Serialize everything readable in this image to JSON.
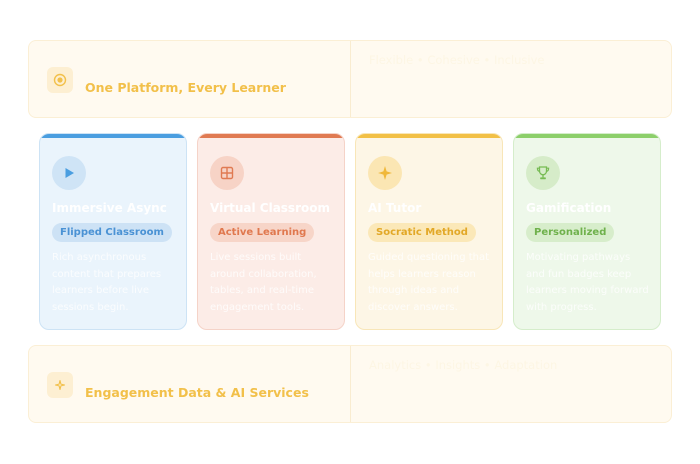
{
  "top_band": {
    "title": "One Platform, Every Learner",
    "right_text": "Flexible • Cohesive • Inclusive",
    "icon": "target-icon"
  },
  "cards": [
    {
      "title": "Immersive Async",
      "tag": "Flipped Classroom",
      "description": "Rich asynchronous content that prepares learners before live sessions begin.",
      "icon": "play-icon",
      "accent": "#4a9ee0"
    },
    {
      "title": "Virtual Classroom",
      "tag": "Active Learning",
      "description": "Live sessions built around collaboration, tables, and real-time engagement tools.",
      "icon": "grid-icon",
      "accent": "#e07a52"
    },
    {
      "title": "AI Tutor",
      "tag": "Socratic Method",
      "description": "Guided questioning that helps learners reason through ideas and discover answers.",
      "icon": "sparkle-icon",
      "accent": "#f2c046"
    },
    {
      "title": "Gamification",
      "tag": "Personalized",
      "description": "Motivating pathways and fun badges keep learners moving forward with progress.",
      "icon": "trophy-icon",
      "accent": "#8ccf6a"
    }
  ],
  "bottom_band": {
    "title": "Engagement Data & AI Services",
    "right_text": "Analytics • Insights • Adaptation",
    "icon": "ai-sparkle-icon"
  }
}
